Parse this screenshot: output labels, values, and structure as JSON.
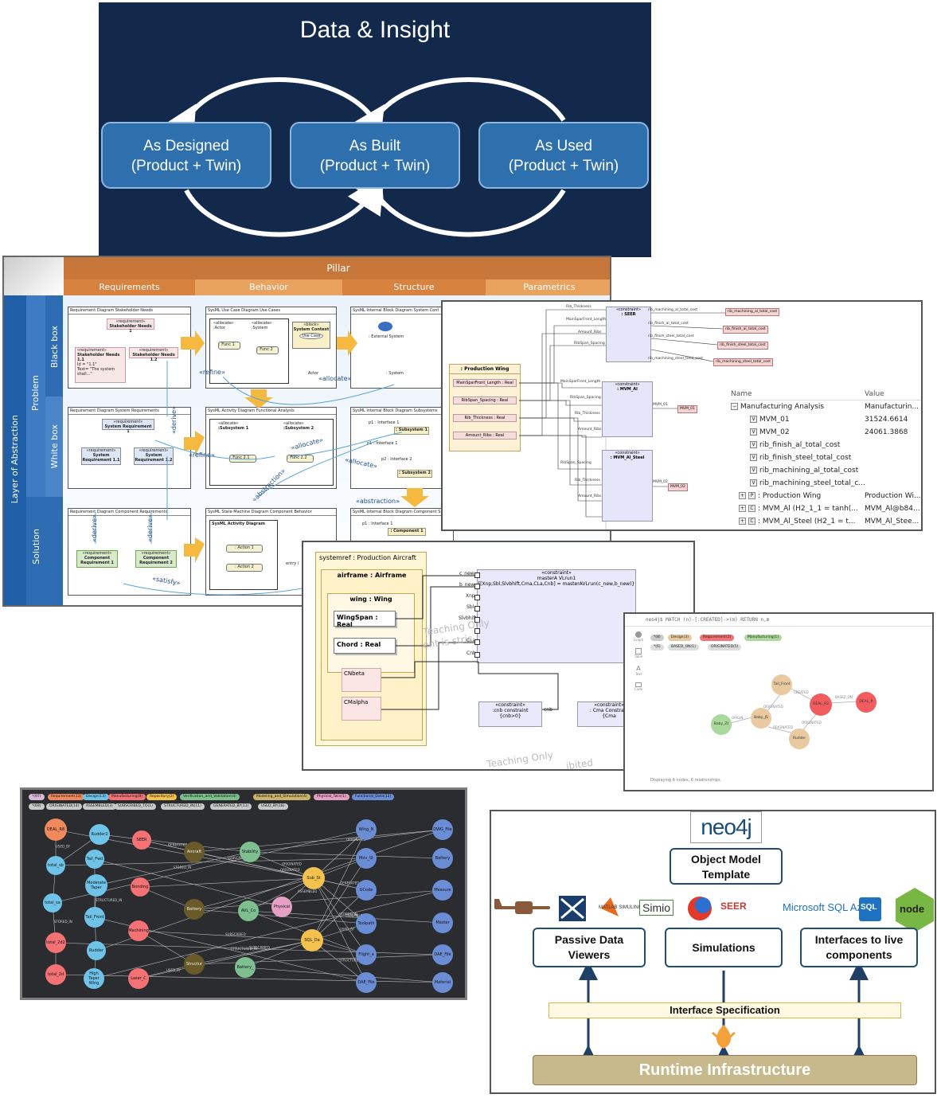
{
  "insight": {
    "title": "Data & Insight",
    "stages": [
      {
        "line1": "As Designed",
        "line2": "(Product + Twin)"
      },
      {
        "line1": "As Built",
        "line2": "(Product + Twin)"
      },
      {
        "line1": "As Used",
        "line2": "(Product + Twin)"
      }
    ]
  },
  "matrix": {
    "pillar": "Pillar",
    "columns": [
      "Requirements",
      "Behavior",
      "Structure",
      "Parametrics"
    ],
    "layer": "Layer of Abstraction",
    "problem": "Problem",
    "levels": [
      "Black box",
      "White box",
      "Solution"
    ],
    "diagrams": {
      "r1": "Requirement Diagram Stakeholder Needs",
      "r2": "Requirement Diagram System Requirements",
      "r3": "Requirement Diagram  Component Requirements",
      "b1": "SysML Use Case Diagram Use Cases",
      "b2": "SysML Activity Diagram Functional Analysis",
      "b3": "SysML State Machine Diagram  Component Behavior",
      "s1": "SysML Internal Block Diagram System Cont",
      "s2": "SysML Internal Block Diagram Subsystems",
      "s3": "SysML Internal Block Diagram Component S"
    },
    "relations": [
      "«refine»",
      "«allocate»",
      "«derive»",
      "«refine»",
      "«allocate»",
      "«allocate»",
      "«abstraction»",
      "«abstraction»",
      "«derive»",
      "«derive»",
      "«satisfy»"
    ],
    "reqs": {
      "sn": "Stakeholder Needs 1",
      "sn11": "Stakeholder Needs 1.1",
      "sn12": "Stakeholder Needs 1.2",
      "sr1": "System Requirement 1",
      "sr11": "System Requirement 1.1",
      "sr12": "System Requirement 1.2",
      "cr1": "Component Requirement 1",
      "cr2": "Component Requirement 2",
      "req_tag": "«requirement»",
      "id": "Id = \"1.1\"",
      "text": "Text= \"The system shall...\""
    },
    "behavior": {
      "actor": ":Actor",
      "system": ":System",
      "allocate": "«allocate»",
      "func1": ": Func 1",
      "func2": ": Func 2",
      "sub1": ":Subsystem 1",
      "sub2": ":Subsystem 2",
      "func21": ": Func 2.1",
      "func22": ": Func 2.2",
      "act_diag": "SysML Activity Diagram",
      "action1": ": Action 1",
      "action2": ": Action 2",
      "use_case": "Use Case",
      "actor_label": "Actor",
      "block": "«block»",
      "system_context": "System Context",
      "entry": "entry /"
    },
    "structure": {
      "ext": ": External System",
      "sys": ": System",
      "p1": "p1 : Interface 1",
      "p2": "p2 : Interface 2",
      "sub1": ": Subsystem 1",
      "sub2": ": Subsystem 2",
      "comp1": ": Component 1"
    }
  },
  "params": {
    "wing": ": Production Wing",
    "wing_ports": [
      "MainSparFront_Length : Real",
      "RibSpan_Spacing : Real",
      "Rib_Thickness : Real",
      "Amount_Ribs : Real"
    ],
    "constraint_tag": "«constraint»",
    "blocks": [
      ": SEER",
      ": MVM_Al",
      ": MVM_Al_Steel"
    ],
    "outputs": [
      "rib_machining_al_total_cost",
      "rib_finish_al_total_cost",
      "rib_finish_steel_total_cost",
      "rib_machining_steel_total_cost",
      "MVM_01",
      "MVM_02"
    ],
    "inputs": [
      "Rib_Thickness",
      "MainSparFront_Length",
      "Amount_Ribs",
      "RibSpan_Spacing"
    ],
    "tree_headers": [
      "Name",
      "Value"
    ],
    "tree": [
      {
        "name": "Manufacturing Analysis",
        "value": "Manufacturin...",
        "icon": "minus-box-icon"
      },
      {
        "name": "MVM_01",
        "value": "31524.6614",
        "icon": "v-box-icon"
      },
      {
        "name": "MVM_02",
        "value": "24061.3868",
        "icon": "v-box-icon"
      },
      {
        "name": "rib_finish_al_total_cost",
        "value": "",
        "icon": "v-box-icon"
      },
      {
        "name": "rib_finish_steel_total_cost",
        "value": "",
        "icon": "v-box-icon"
      },
      {
        "name": "rib_machining_al_total_cost",
        "value": "",
        "icon": "v-box-icon"
      },
      {
        "name": "rib_machining_steel_total_c...",
        "value": "",
        "icon": "v-box-icon"
      },
      {
        "name": ": Production Wing",
        "value": "Production Wi...",
        "icon": "p-box-icon"
      },
      {
        "name": ": MVM_Al  (H2_1_1 = tanh(...",
        "value": "MVM_Al@b84...",
        "icon": "c-box-icon"
      },
      {
        "name": ": MVM_Al_Steel  (H2_1 = t...",
        "value": "MVM_Al_Stee...",
        "icon": "c-box-icon"
      }
    ]
  },
  "airframe": {
    "systemref": "systemref : Production Aircraft",
    "airframe": "airframe : Airframe",
    "wing": "wing : Wing",
    "wingspan": "WingSpan : Real",
    "chord": "Chord : Real",
    "cnbeta": "CNbeta",
    "cmalpha": "CMalpha",
    "constraint_tag": "«constraint»",
    "avl": "masterA VLrun1",
    "formula": "[[Xnp,Sbl,Slvbhift,Cma,CLa,Cnb] = masterAVLrun(c_new,b_new)}",
    "ports": [
      "c_new",
      "b_new",
      "Xnp",
      "Sbl",
      "Slvbhift",
      "CLa",
      "Cnb"
    ],
    "cnb_block": ":cnb constraint",
    "cnb_formula": "{cnb>0}",
    "cnb_port": "cnb",
    "cma_block": ": Cma Constrain",
    "cma_formula": "{Cma",
    "wm1": "Teaching Only",
    "wm2": "ent is stric",
    "wm3": "Teaching Only",
    "wm4": "ibited"
  },
  "neo": {
    "query": "neo4j$ MATCH (n)-[:CREATED]->(m) RETURN n,m",
    "side": [
      "Graph",
      "Table",
      "Text",
      "Code"
    ],
    "labels": [
      {
        "t": "*(8)",
        "c": "#cccccc"
      },
      {
        "t": "Design(3)",
        "c": "#e8c9a0"
      },
      {
        "t": "Requirement(2)",
        "c": "#f47174"
      },
      {
        "t": "Manufacturing(1)",
        "c": "#a9d99b"
      }
    ],
    "rels": [
      "*(6)",
      "BASED_ON(1)",
      "ORIGINATED(5)"
    ],
    "nodes": [
      "Tail_Front",
      "DEAL_R2",
      "DEAL_R",
      "Baby_Zt",
      "Rudder",
      "Baby_JS"
    ],
    "edges": [
      "CREATED",
      "ORIGINATED",
      "BASED_ON",
      "ORIGINATED",
      "ORIGINATED",
      "ORIGIN"
    ],
    "footer": "Displaying 6 nodes, 6 relationships."
  },
  "dark": {
    "labels": [
      {
        "t": "*(97)",
        "c": "#d7b9d8"
      },
      {
        "t": "Requirement(13)",
        "c": "#f08a5d"
      },
      {
        "t": "Design(13)",
        "c": "#6fc3e8"
      },
      {
        "t": "Manufacturing(8)",
        "c": "#f47174"
      },
      {
        "t": "Repository(2)",
        "c": "#f2c14e"
      },
      {
        "t": "Verification_and_Validation(4)",
        "c": "#7dbf8e"
      },
      {
        "t": "Modeling_and_Simulation(4)",
        "c": "#c9b46a"
      },
      {
        "t": "Physical_Twin(1)",
        "c": "#e6a0c4"
      },
      {
        "t": "Functional_Data(12)",
        "c": "#6b8dd6"
      }
    ],
    "rels": [
      "*(69)",
      "ORIGINATED(14)",
      "ASSEMBLED(3)",
      "SUBSCRIBED_TO(1)",
      "STRUCTURED_IN(11)",
      "GENERATED_BY(11)",
      "USED_BY(18)"
    ],
    "nodes": [
      {
        "t": "DEAL_R8",
        "c": "#f08a5d"
      },
      {
        "t": "Rudder2",
        "c": "#6fc3e8"
      },
      {
        "t": "SEER",
        "c": "#f47174"
      },
      {
        "t": "total_sb",
        "c": "#6fc3e8"
      },
      {
        "t": "Tail_Fwd",
        "c": "#6fc3e8"
      },
      {
        "t": "Moderate Taper",
        "c": "#6fc3e8"
      },
      {
        "t": "Bonding",
        "c": "#f47174"
      },
      {
        "t": "Aircraft",
        "c": "#6a5a2a"
      },
      {
        "t": "Stability",
        "c": "#7dbf8e"
      },
      {
        "t": "total_sa",
        "c": "#6fc3e8"
      },
      {
        "t": "Tail_Front",
        "c": "#6fc3e8"
      },
      {
        "t": "Battery",
        "c": "#6a5a2a"
      },
      {
        "t": "AVL_Co",
        "c": "#7dbf8e"
      },
      {
        "t": "Physical",
        "c": "#e6a0c4"
      },
      {
        "t": "Sub_St",
        "c": "#f2c14e"
      },
      {
        "t": "total_2d2",
        "c": "#f47174"
      },
      {
        "t": "Rudder",
        "c": "#6fc3e8"
      },
      {
        "t": "Machining",
        "c": "#f47174"
      },
      {
        "t": "SQL_Da",
        "c": "#f2c14e"
      },
      {
        "t": "Structur",
        "c": "#6a5a2a"
      },
      {
        "t": "Battery_",
        "c": "#7dbf8e"
      },
      {
        "t": "total_2d",
        "c": "#f47174"
      },
      {
        "t": "High Taper Wing",
        "c": "#6fc3e8"
      },
      {
        "t": "Laser_C",
        "c": "#f47174"
      },
      {
        "t": "Wing_N",
        "c": "#6b8dd6"
      },
      {
        "t": "Mov_St",
        "c": "#6b8dd6"
      },
      {
        "t": "GCode",
        "c": "#6b8dd6"
      },
      {
        "t": "Toolpath",
        "c": "#6b8dd6"
      },
      {
        "t": "Flight_a",
        "c": "#6b8dd6"
      },
      {
        "t": "DAE_File",
        "c": "#6b8dd6"
      },
      {
        "t": "DWG_File",
        "c": "#6b8dd6"
      },
      {
        "t": "Battery",
        "c": "#6b8dd6"
      },
      {
        "t": "Measure",
        "c": "#6b8dd6"
      },
      {
        "t": "Master",
        "c": "#6b8dd6"
      },
      {
        "t": "DAE_File",
        "c": "#6b8dd6"
      },
      {
        "t": "Material",
        "c": "#6b8dd6"
      }
    ],
    "edge_labels": [
      "USED_BY",
      "ASSEMBLED",
      "SUBSCRIBED",
      "STORED_IN",
      "GENERATED_BY",
      "ORIGINATED",
      "STRUCTURED_IN"
    ]
  },
  "arch": {
    "neo4j": "neo4j",
    "omt_line1": "Object Model",
    "omt_line2": "Template",
    "logos": [
      "MATLAB SIMULINK",
      "Simio",
      "SEER",
      "Microsoft SQL Azure",
      "SQL",
      "node"
    ],
    "boxes": [
      {
        "line1": "Passive Data",
        "line2": "Viewers"
      },
      {
        "line1": "Simulations",
        "line2": ""
      },
      {
        "line1": "Interfaces to live",
        "line2": "components"
      }
    ],
    "interface": "Interface Specification",
    "runtime": "Runtime Infrastructure",
    "colors": {
      "box_border": "#1f4e79",
      "runtime": "#c7b98c",
      "interface_fill": "#fff8e2"
    }
  }
}
